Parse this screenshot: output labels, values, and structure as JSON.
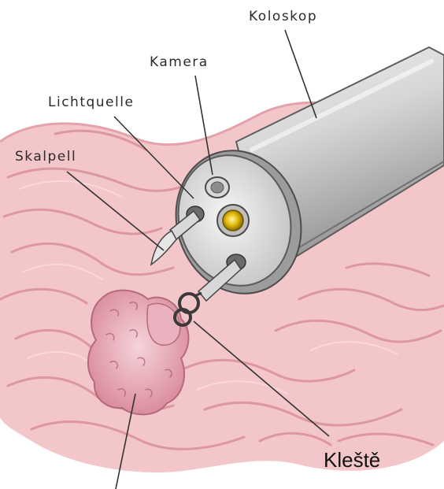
{
  "labels": {
    "koloskop": "Koloskop",
    "kamera": "Kamera",
    "lichtquelle": "Lichtquelle",
    "skalpell": "Skalpell",
    "kleste": "Kleště"
  },
  "icons": [
    "colonoscope-illustration"
  ],
  "colors": {
    "tissue": "#efbcc0",
    "tissue_fold": "#d98f99",
    "scope_body": "#c9c9c9",
    "camera_lens": "#e2b900",
    "polyp": "#e6a0ae",
    "leader_line": "#333333"
  }
}
